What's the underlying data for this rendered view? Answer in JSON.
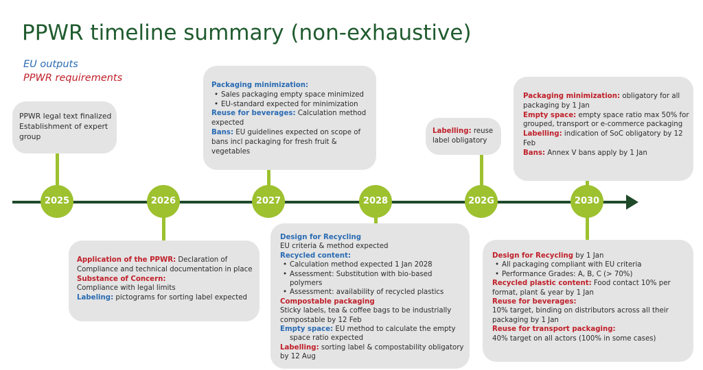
{
  "title": "PPWR timeline summary (non-exhaustive)",
  "legend": {
    "eu_outputs": "EU outputs",
    "ppwr_requirements": "PPWR requirements"
  },
  "colors": {
    "title": "#1f5b2e",
    "blue": "#2a6bb3",
    "red": "#c0202a",
    "milestone": "#9dc12f",
    "axis": "#1f4a2a",
    "box": "#e4e4e4"
  },
  "years": [
    "2025",
    "2026",
    "2027",
    "2028",
    "202G",
    "2030"
  ],
  "boxes": {
    "b2025": {
      "l1": "PPWR legal text finalized",
      "l2": "Establishment of expert",
      "l3": "group"
    },
    "b2026": {
      "h1": "Application of the PPWR:",
      "t1": " Declaration of",
      "l2": "Compliance and technical documentation in place",
      "h2": "Substance of Concern:",
      "l4": "Compliance with legal limits",
      "h3": "Labeling:",
      "t3": " pictograms for sorting label expected"
    },
    "b2027": {
      "h1": "Packaging minimization:",
      "b1": "Sales packaging empty space minimized",
      "b2": "EU-standard expected for minimization",
      "h2": "Reuse for beverages:",
      "t2": " Calculation method",
      "l2b": "expected",
      "h3": "Bans:",
      "t3": " EU guidelines expected on scope of",
      "l3b": "bans incl packaging for fresh fruit &",
      "l3c": "vegetables"
    },
    "b2028": {
      "h1": "Design for Recycling",
      "l1": "EU criteria & method expected",
      "h2": "Recycled content:",
      "b1": "Calculation method expected 1 Jan 2028",
      "b2": "Assessment: Substitution with bio-based",
      "b2b": "polymers",
      "b3": "Assessment: availability of recycled plastics",
      "h3": "Compostable packaging",
      "l3a": "Sticky labels, tea & coffee bags to be industrially",
      "l3b": "compostable by 12 Feb",
      "h4": "Empty space:",
      "t4": " EU method to calculate the empty",
      "l4b": "space ratio expected",
      "h5": "Labelling:",
      "t5": " sorting label & compostability obligatory",
      "l5b": "by 12 Aug"
    },
    "b2029": {
      "h1": "Labelling:",
      "t1": " reuse",
      "l2": "label obligatory"
    },
    "b2030a": {
      "h1": "Packaging minimization:",
      "t1": " obligatory for all",
      "l1b": "packaging by 1 Jan",
      "h2": "Empty space:",
      "t2": " empty space ratio max 50% for",
      "l2b": "grouped, transport or e-commerce packaging",
      "h3": "Labelling:",
      "t3": " indication of SoC obligatory by 12",
      "l3b": "Feb",
      "h4": "Bans:",
      "t4": " Annex V bans apply by 1 Jan"
    },
    "b2030b": {
      "h1": "Design for Recycling",
      "t1": " by 1 Jan",
      "b1": "All packaging compliant with EU criteria",
      "b2": "Performance Grades:  A, B, C (> 70%)",
      "h2": "Recycled plastic content:",
      "t2": " Food contact 10% per",
      "l2b": "format, plant & year by 1 Jan",
      "h3": "Reuse for beverages:",
      "l3a": "10% target, binding on distributors across all their",
      "l3b": "packaging by 1 Jan",
      "h4": "Reuse for transport packaging:",
      "l4a": "40% target on all actors (100%  in some cases)"
    }
  }
}
